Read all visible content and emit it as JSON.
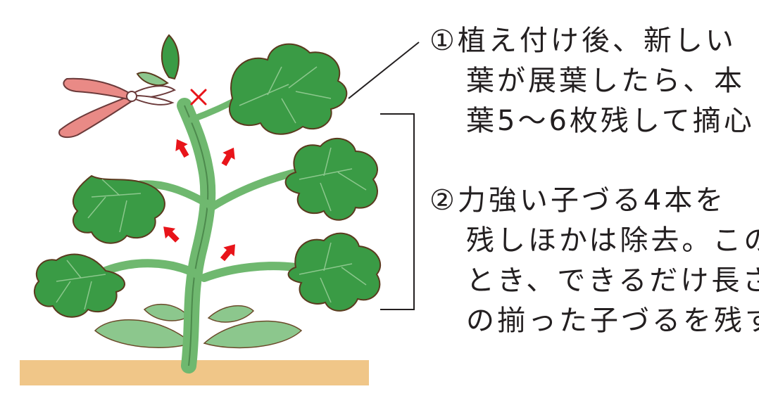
{
  "steps": [
    {
      "lines": [
        "①植え付け後、新しい",
        "葉が展葉したら、本",
        "葉5〜6枚残して摘心"
      ]
    },
    {
      "lines": [
        "②力強い子づる4本を",
        "残しほかは除去。この",
        "とき、できるだけ長さ",
        "の揃った子づるを残す"
      ]
    }
  ],
  "colors": {
    "leaf_fill": "#3a9b45",
    "leaf_light": "#8cc78d",
    "leaf_outline": "#5a3a1e",
    "stem": "#6fb86f",
    "soil": "#f0c688",
    "arrow": "#e8141a",
    "cut_mark": "#e8141a",
    "pruner_handle": "#e98a86",
    "text": "#231f20"
  },
  "icons": {
    "pruning_shears": "pruning-shears-icon",
    "cut_mark": "cross-mark-icon",
    "growth_arrow": "up-arrow-icon"
  }
}
